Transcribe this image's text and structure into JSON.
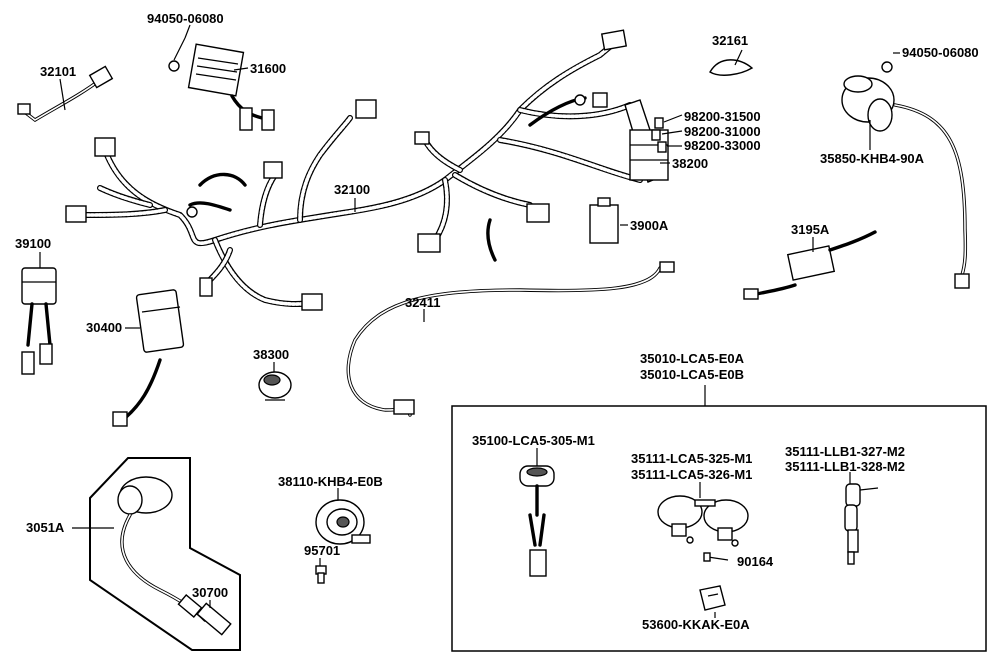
{
  "labels": {
    "p94050_a": "94050-06080",
    "p31600": "31600",
    "p32101": "32101",
    "p32161": "32161",
    "p94050_b": "94050-06080",
    "p98200_31500": "98200-31500",
    "p98200_31000": "98200-31000",
    "p98200_33000": "98200-33000",
    "p38200": "38200",
    "p35850": "35850-KHB4-90A",
    "p32100": "32100",
    "p3900A": "3900A",
    "p39100": "39100",
    "p3195A": "3195A",
    "p32411": "32411",
    "p30400": "30400",
    "p38300": "38300",
    "p35010_a": "35010-LCA5-E0A",
    "p35010_b": "35010-LCA5-E0B",
    "p35100": "35100-LCA5-305-M1",
    "p35111_lca5_325": "35111-LCA5-325-M1",
    "p35111_lca5_326": "35111-LCA5-326-M1",
    "p35111_llb1_327": "35111-LLB1-327-M2",
    "p35111_llb1_328": "35111-LLB1-328-M2",
    "p38110": "38110-KHB4-E0B",
    "p3051A": "3051A",
    "p95701": "95701",
    "p30700": "30700",
    "p90164": "90164",
    "p53600": "53600-KKAK-E0A"
  }
}
